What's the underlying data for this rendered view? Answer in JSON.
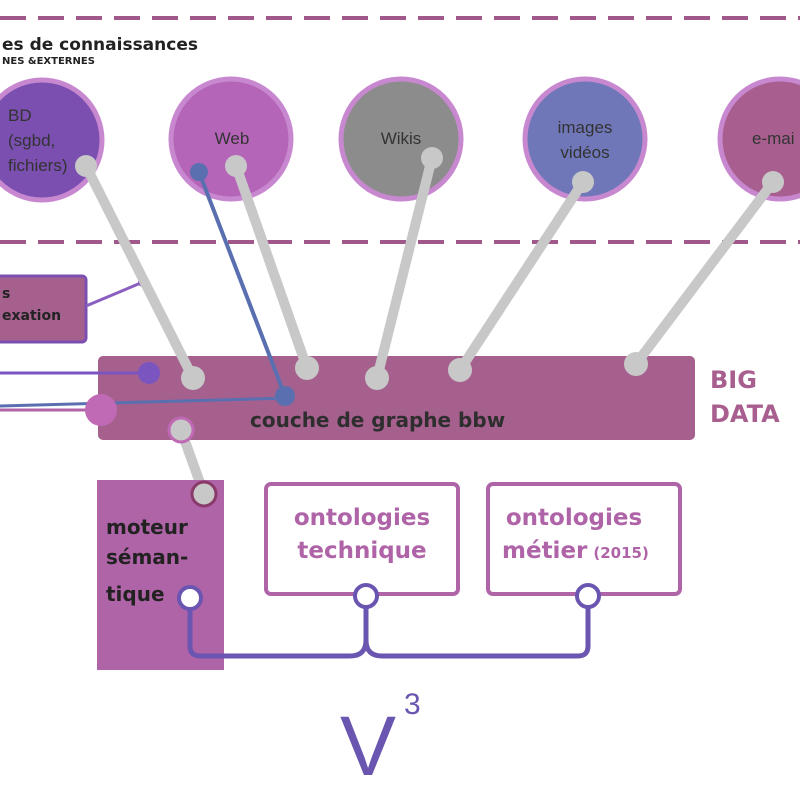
{
  "header": {
    "title": "es de connaissances",
    "subtitle": "NES &EXTERNES"
  },
  "sources": [
    {
      "lines": [
        "BD",
        "(sgbd,",
        "fichiers)"
      ],
      "fill": "#7a4fb0"
    },
    {
      "lines": [
        "Web"
      ],
      "fill": "#b565b8"
    },
    {
      "lines": [
        "Wikis"
      ],
      "fill": "#8c8c8c"
    },
    {
      "lines": [
        "images",
        "vidéos"
      ],
      "fill": "#6f77b8"
    },
    {
      "lines": [
        "e-mai"
      ],
      "fill": "#a85f8f"
    }
  ],
  "index_box": {
    "lines": [
      "s",
      "exation"
    ]
  },
  "graph_layer": {
    "label": "couche de graphe bbw"
  },
  "big_data": {
    "lines": [
      "BIG",
      "DATA"
    ]
  },
  "engine": {
    "lines": [
      "moteur",
      "séman-",
      "tique"
    ]
  },
  "ontology_technique": {
    "lines": [
      "ontologies",
      "technique"
    ]
  },
  "ontology_metier": {
    "line1": "ontologies",
    "line2": "métier",
    "year": "(2015)"
  },
  "logo": {
    "letter": "V",
    "exponent": "3"
  },
  "colors": {
    "accent_pink": "#b064a8",
    "dark_pink": "#a5608e",
    "dashed_line": "#a0588a",
    "connector_grey": "#c8c8c8",
    "connector_blue": "#5a6fb0",
    "connector_purple": "#6a55b0",
    "circle_border": "#c888d0"
  }
}
